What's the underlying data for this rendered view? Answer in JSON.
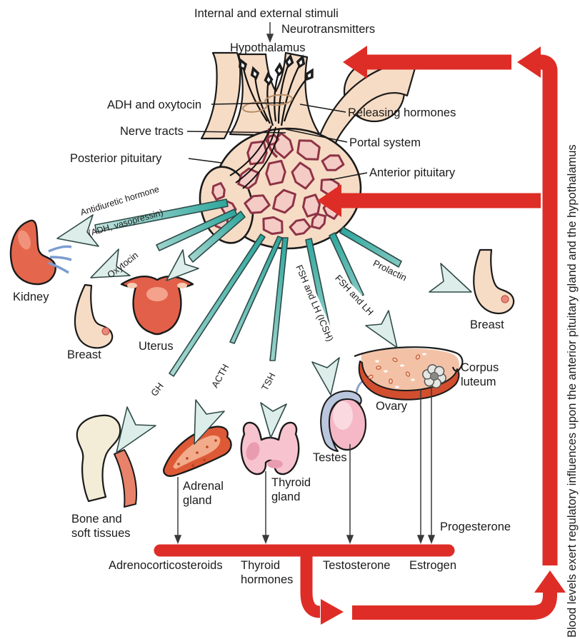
{
  "colors": {
    "red": "#de2d26",
    "ink": "#1b1b1b",
    "skin": "#f6dcc5",
    "teal": "#2ea79d",
    "teal_pale": "#ddeeea",
    "vessel": "#8e3346"
  },
  "top": {
    "stimuli": "Internal and external stimuli",
    "neurotransmitters": "Neurotransmitters",
    "hypothalamus": "Hypothalamus"
  },
  "pituitary": {
    "adh_oxytocin": "ADH and oxytocin",
    "nerve_tracts": "Nerve tracts",
    "posterior": "Posterior pituitary",
    "releasing": "Releasing hormones",
    "portal": "Portal system",
    "anterior": "Anterior pituitary"
  },
  "hormone_arrows": {
    "adh_line1": "Antidiuretic hormone",
    "adh_line2": "(ADH, vasopressin)",
    "oxytocin": "Oxytocin",
    "gh": "GH",
    "acth": "ACTH",
    "tsh": "TSH",
    "fsh_lh_icsh": "FSH and LH (ICSH)",
    "fsh_lh": "FSH and LH",
    "prolactin": "Prolactin"
  },
  "organs": {
    "kidney": "Kidney",
    "breast_left": "Breast",
    "uterus": "Uterus",
    "bone": "Bone and\nsoft tissues",
    "adrenal": "Adrenal\ngland",
    "thyroid": "Thyroid\ngland",
    "testes": "Testes",
    "ovary": "Ovary",
    "corpus_luteum": "Corpus\nluteum",
    "breast_right": "Breast"
  },
  "secretions": {
    "adrenocorticosteroids": "Adrenocorticosteroids",
    "thyroid_hormones": "Thyroid\nhormones",
    "testosterone": "Testosterone",
    "estrogen": "Estrogen",
    "progesterone": "Progesterone"
  },
  "feedback_note": "Blood levels exert regulatory influences upon the anterior pituitary gland and the hypothalamus"
}
